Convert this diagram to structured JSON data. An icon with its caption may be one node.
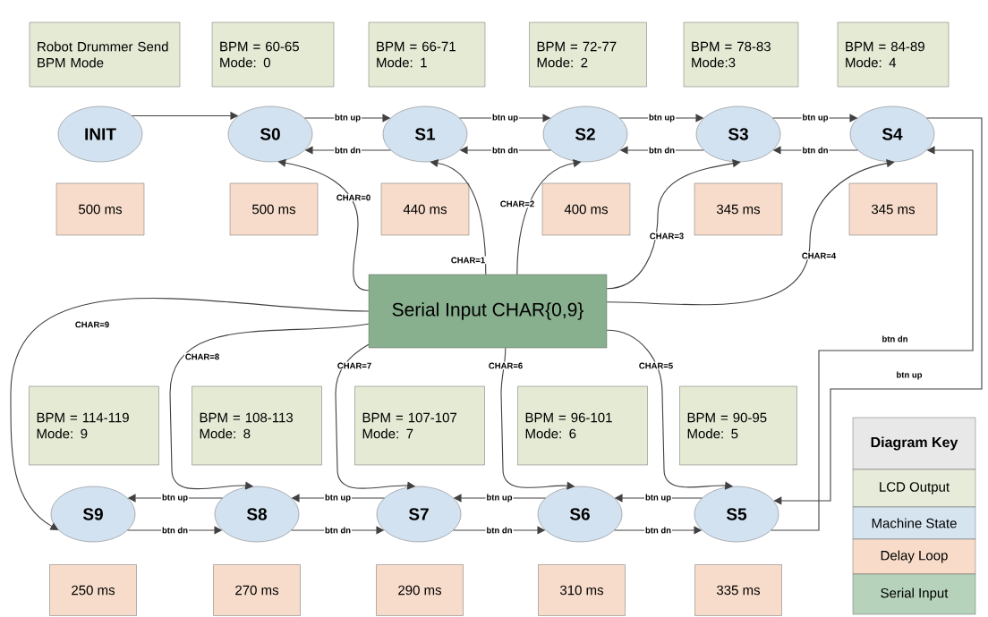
{
  "diagram": {
    "nodes": [
      {
        "text": [
          "Robot Drummer Send BPM Mode"
        ]
      },
      {
        "text": [
          "BPM = 60-65 Mode: 0"
        ]
      },
      {
        "text": [
          "BPM = 66-71 Mode: 1"
        ]
      },
      {
        "text": [
          "BPM = 72-77 Mode: 2"
        ]
      },
      {
        "text": [
          "BPM = 78-83 Mode:3"
        ]
      },
      {
        "text": [
          "BPM = 84-89 Mode: 4"
        ]
      },
      {
        "text": [
          "INIT"
        ]
      },
      {
        "text": [
          "S0"
        ]
      },
      {
        "text": [
          "S1"
        ]
      },
      {
        "text": [
          "S2"
        ]
      },
      {
        "text": [
          "S3"
        ]
      },
      {
        "text": [
          "S4"
        ]
      },
      {
        "text": [
          "500 ms"
        ]
      },
      {
        "text": [
          "500 ms"
        ]
      },
      {
        "text": [
          "440 ms"
        ]
      },
      {
        "text": [
          "400 ms"
        ]
      },
      {
        "text": [
          "345 ms"
        ]
      },
      {
        "text": [
          "345 ms"
        ]
      },
      {
        "text": [
          "Serial Input CHAR{0,9}"
        ]
      },
      {
        "text": [
          "BPM = 114-119 Mode: 9"
        ]
      },
      {
        "text": [
          "BPM = 108-113 Mode: 8"
        ]
      },
      {
        "text": [
          "BPM = 107-107 Mode: 7"
        ]
      },
      {
        "text": [
          "BPM = 96-101 Mode: 6"
        ]
      },
      {
        "text": [
          "BPM = 90-95 Mode: 5"
        ]
      },
      {
        "text": [
          "S9"
        ]
      },
      {
        "text": [
          "S8"
        ]
      },
      {
        "text": [
          "S7"
        ]
      },
      {
        "text": [
          "S6"
        ]
      },
      {
        "text": [
          "S5"
        ]
      },
      {
        "text": [
          "250 ms"
        ]
      },
      {
        "text": [
          "270 ms"
        ]
      },
      {
        "text": [
          "290 ms"
        ]
      },
      {
        "text": [
          "310 ms"
        ]
      },
      {
        "text": [
          "335 ms"
        ]
      }
    ],
    "edges": [
      {
        "from": 6,
        "to": 7,
        "arrow": "to"
      },
      {
        "from": 7,
        "to": 8,
        "arrow": "to",
        "label": "btn up"
      },
      {
        "from": 8,
        "to": 7,
        "arrow": "to",
        "label": "btn dn"
      },
      {
        "from": 8,
        "to": 9,
        "arrow": "to",
        "label": "btn up"
      },
      {
        "from": 9,
        "to": 8,
        "arrow": "to",
        "label": "btn dn"
      },
      {
        "from": 9,
        "to": 10,
        "arrow": "to",
        "label": "btn up"
      },
      {
        "from": 10,
        "to": 9,
        "arrow": "to",
        "label": "btn dn"
      },
      {
        "from": 10,
        "to": 11,
        "arrow": "to",
        "label": "btn up"
      },
      {
        "from": 11,
        "to": 10,
        "arrow": "to",
        "label": "btn dn"
      },
      {
        "from": 11,
        "to": 28,
        "arrow": "to",
        "label": "btn up"
      },
      {
        "from": 28,
        "to": 11,
        "arrow": "to",
        "label": "btn dn"
      },
      {
        "from": 28,
        "to": 27,
        "arrow": "to",
        "label": "btn up"
      },
      {
        "from": 27,
        "to": 28,
        "arrow": "to",
        "label": "btn dn"
      },
      {
        "from": 27,
        "to": 26,
        "arrow": "to",
        "label": "btn up"
      },
      {
        "from": 26,
        "to": 27,
        "arrow": "to",
        "label": "btn dn"
      },
      {
        "from": 26,
        "to": 25,
        "arrow": "to",
        "label": "btn up"
      },
      {
        "from": 25,
        "to": 26,
        "arrow": "to",
        "label": "btn dn"
      },
      {
        "from": 25,
        "to": 24,
        "arrow": "to",
        "label": "btn up"
      },
      {
        "from": 24,
        "to": 25,
        "arrow": "to",
        "label": "btn dn"
      },
      {
        "from": 18,
        "to": 7,
        "arrow": "to",
        "label": "CHAR=0"
      },
      {
        "from": 18,
        "to": 8,
        "arrow": "to",
        "label": "CHAR=1"
      },
      {
        "from": 18,
        "to": 9,
        "arrow": "to",
        "label": "CHAR=2"
      },
      {
        "from": 18,
        "to": 10,
        "arrow": "to",
        "label": "CHAR=3"
      },
      {
        "from": 18,
        "to": 11,
        "arrow": "to",
        "label": "CHAR=4"
      },
      {
        "from": 18,
        "to": 28,
        "arrow": "to",
        "label": "CHAR=5"
      },
      {
        "from": 18,
        "to": 27,
        "arrow": "to",
        "label": "CHAR=6"
      },
      {
        "from": 18,
        "to": 26,
        "arrow": "to",
        "label": "CHAR=7"
      },
      {
        "from": 18,
        "to": 25,
        "arrow": "to",
        "label": "CHAR=8"
      },
      {
        "from": 18,
        "to": 24,
        "arrow": "to",
        "label": "CHAR=9"
      }
    ],
    "labels": [
      "Diagram Key"
    ],
    "legend": [
      {
        "text": "LCD Output",
        "color": "#e6ecd9"
      },
      {
        "text": "Machine State",
        "color": "#d6e4f0"
      },
      {
        "text": "Delay Loop",
        "color": "#f8dcc9"
      },
      {
        "text": "Serial Input",
        "color": "#b6d2ba"
      }
    ]
  }
}
